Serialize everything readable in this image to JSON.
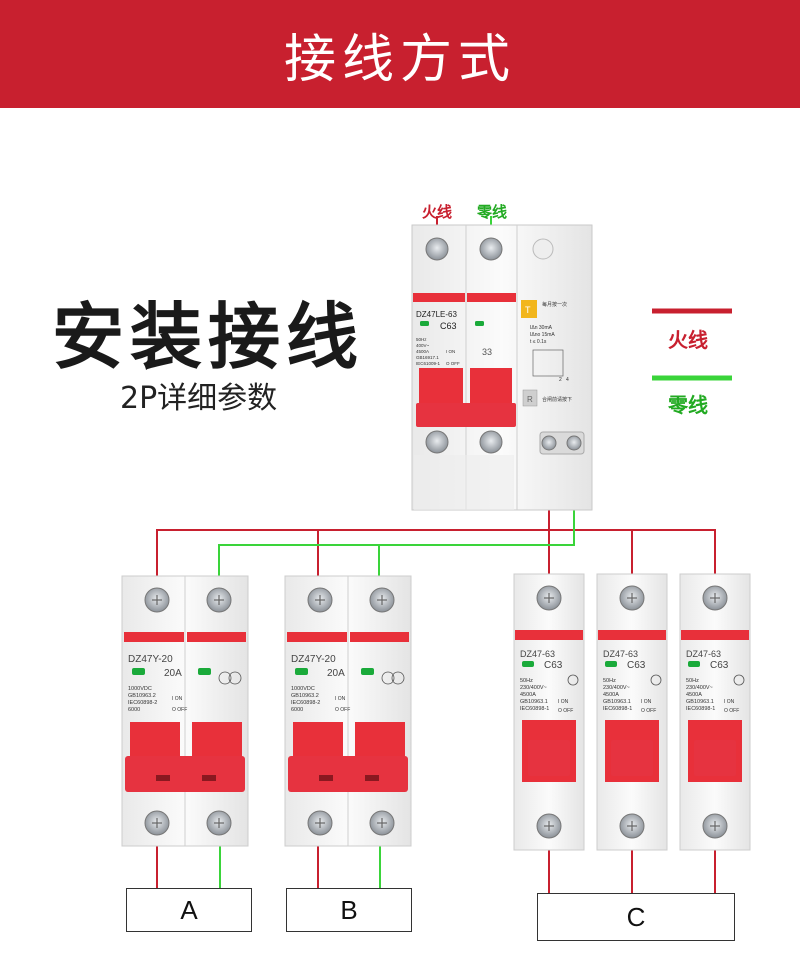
{
  "banner": {
    "title": "接线方式"
  },
  "install": {
    "title": "安装接线",
    "subtitle": "2P详细参数"
  },
  "main_breaker": {
    "label_live": "火线",
    "label_neutral": "零线",
    "model": "DZ47LE-63",
    "rating": "C63",
    "test_note": "每月按一次",
    "params": [
      "IΔn  30mA",
      "IΔno 15mA",
      "t ≤ 0.1s"
    ],
    "reset_note": "合闸前请按下",
    "spec_lines": [
      "50Hz",
      "400V~",
      "4500A",
      "GB16917.1",
      "IEC61009-1"
    ],
    "on_off": [
      "I ON",
      "O OFF"
    ],
    "sw_marks": "33",
    "terminal_nums": [
      "2",
      "4"
    ],
    "test_button": "T",
    "reset_button": "R"
  },
  "legend": {
    "live": "火线",
    "neutral": "零线"
  },
  "colors": {
    "brand": "#c8202f",
    "live": "#c8202f",
    "neutral": "#3ad43a",
    "breaker_red": "#e8303a"
  },
  "breakers_2p": [
    {
      "model": "DZ47Y-20",
      "rating": "20A",
      "specs": [
        "1000VDC",
        "GB10963.2",
        "IEC60898-2",
        "6000"
      ],
      "on": "I ON",
      "off": "O OFF"
    },
    {
      "model": "DZ47Y-20",
      "rating": "20A",
      "specs": [
        "1000VDC",
        "GB10963.2",
        "IEC60898-2",
        "6000"
      ],
      "on": "I ON",
      "off": "O OFF"
    }
  ],
  "breakers_1p": [
    {
      "model": "DZ47-63",
      "rating": "C63",
      "specs": [
        "50Hz",
        "230/400V~",
        "4500A",
        "GB10963.1",
        "IEC60898-1"
      ],
      "on": "I ON",
      "off": "O OFF"
    },
    {
      "model": "DZ47-63",
      "rating": "C63",
      "specs": [
        "50Hz",
        "230/400V~",
        "4500A",
        "GB10963.1",
        "IEC60898-1"
      ],
      "on": "I ON",
      "off": "O OFF"
    },
    {
      "model": "DZ47-63",
      "rating": "C63",
      "specs": [
        "50Hz",
        "230/400V~",
        "4500A",
        "GB10963.1",
        "IEC60898-1"
      ],
      "on": "I ON",
      "off": "O OFF"
    }
  ],
  "outputs": {
    "a": "A",
    "b": "B",
    "c": "C"
  }
}
